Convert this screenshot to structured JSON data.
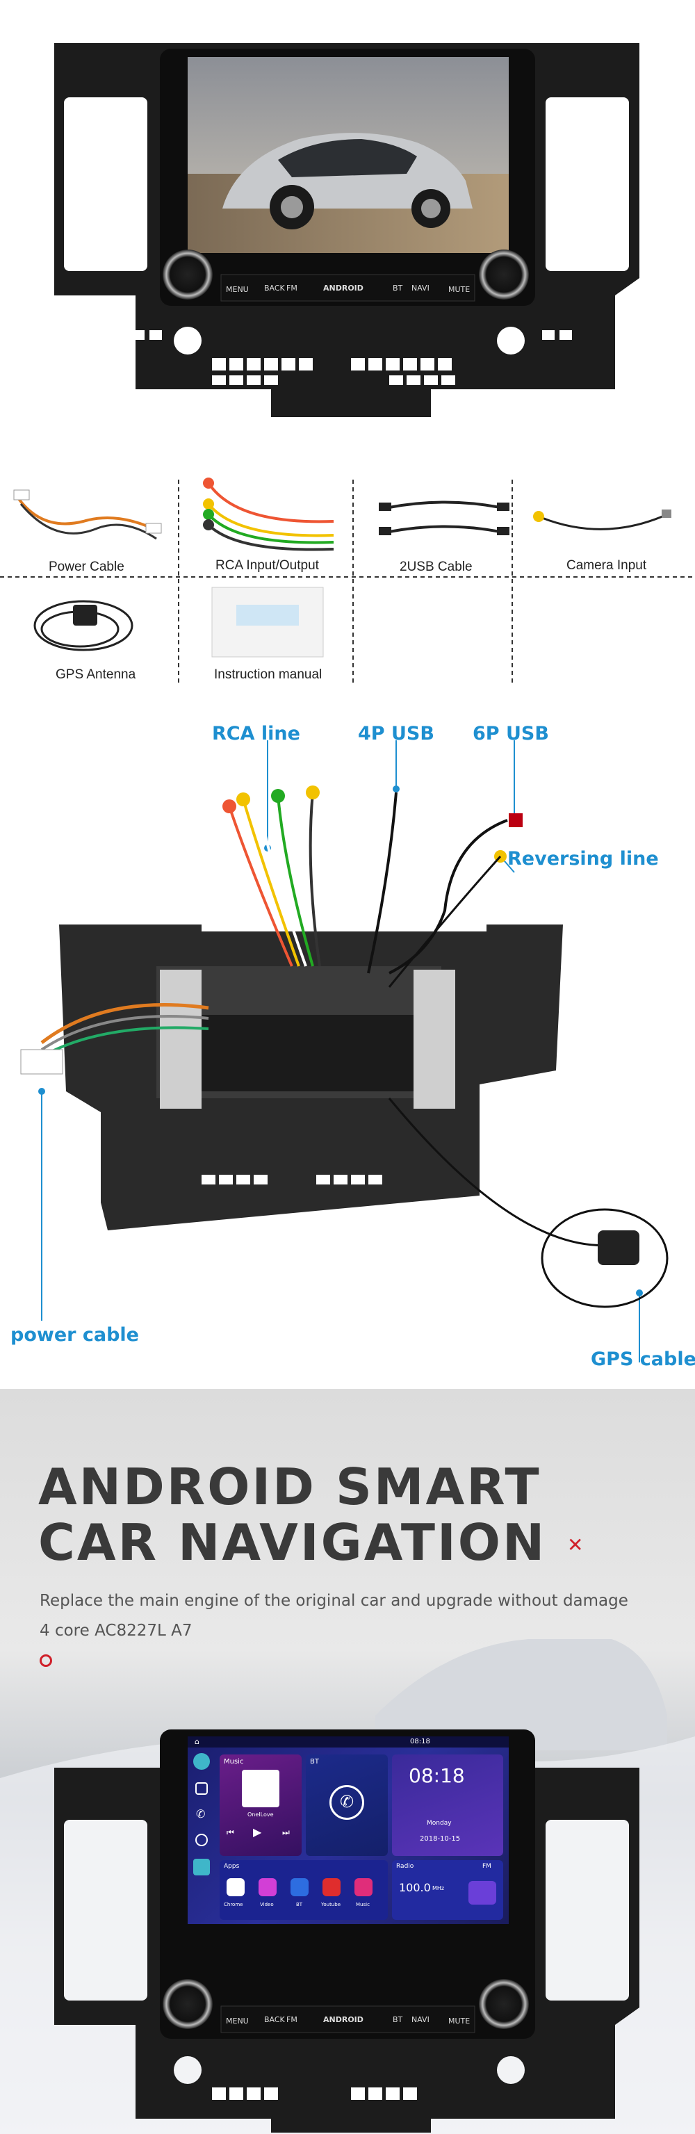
{
  "unit_top": {
    "buttons": [
      "MENU",
      "BACK",
      "FM",
      "ANDROID",
      "BT",
      "NAVI",
      "MUTE"
    ]
  },
  "accessories": [
    {
      "label": "Power Cable"
    },
    {
      "label": "RCA Input/Output"
    },
    {
      "label": "2USB Cable"
    },
    {
      "label": "Camera Input"
    },
    {
      "label": "GPS Antenna"
    },
    {
      "label": "Instruction manual"
    }
  ],
  "callouts": {
    "rca": "RCA line",
    "usb4": "4P USB",
    "usb6": "6P USB",
    "reversing": "Reversing line",
    "power": "power cable",
    "gps": "GPS cable"
  },
  "promo": {
    "title_line1": "ANDROID SMART",
    "title_line2": "CAR NAVIGATION",
    "desc_line1": "Replace the main engine of the original car and upgrade without damage",
    "desc_line2": "4 core AC8227L A7",
    "accent_color": "#d0202a"
  },
  "screen": {
    "status_time": "08:18",
    "music_label": "Music",
    "music_song": "OneILove",
    "bt_label": "BT",
    "clock_time": "08:18",
    "clock_day": "Monday",
    "clock_date": "2018-10-15",
    "apps_label": "Apps",
    "apps": [
      "Chrome",
      "Video",
      "BT",
      "Youtube",
      "Music"
    ],
    "radio_label": "Radio",
    "radio_band": "FM",
    "radio_freq": "100.0",
    "radio_unit": "MHz"
  },
  "unit_bottom": {
    "buttons": [
      "MENU",
      "BACK",
      "FM",
      "ANDROID",
      "BT",
      "NAVI",
      "MUTE"
    ]
  }
}
